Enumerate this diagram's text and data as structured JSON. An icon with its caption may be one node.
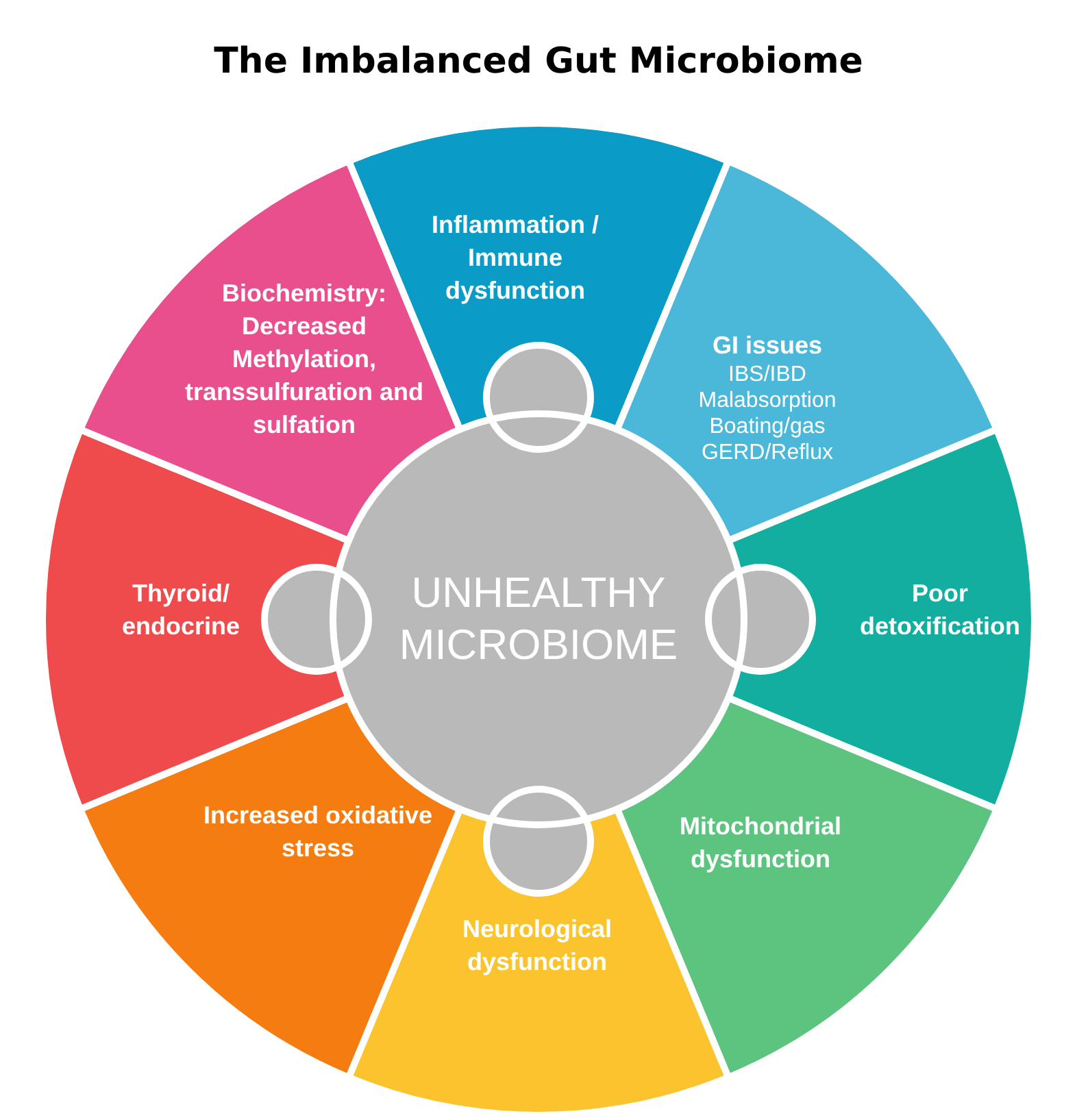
{
  "diagram": {
    "title": "The Imbalanced Gut Microbiome",
    "nodes": [
      {
        "text": [
          "UNHEALTHY MICROBIOME"
        ]
      },
      {
        "text": [
          "Inflammation / Immune dysfunction"
        ]
      },
      {
        "text": [
          "GI issues",
          "IBS/IBD",
          "Malabsorption",
          "Boating/gas",
          "GERD/Reflux"
        ]
      },
      {
        "text": [
          "Poor detoxification"
        ]
      },
      {
        "text": [
          "Mitochondrial dysfunction"
        ]
      },
      {
        "text": [
          "Neurological dysfunction"
        ]
      },
      {
        "text": [
          "Increased oxidative stress"
        ]
      },
      {
        "text": [
          "Thyroid/ endocrine"
        ]
      },
      {
        "text": [
          "Biochemistry: Decreased Methylation, transsulfuration and sulfation"
        ]
      }
    ],
    "edges": []
  }
}
